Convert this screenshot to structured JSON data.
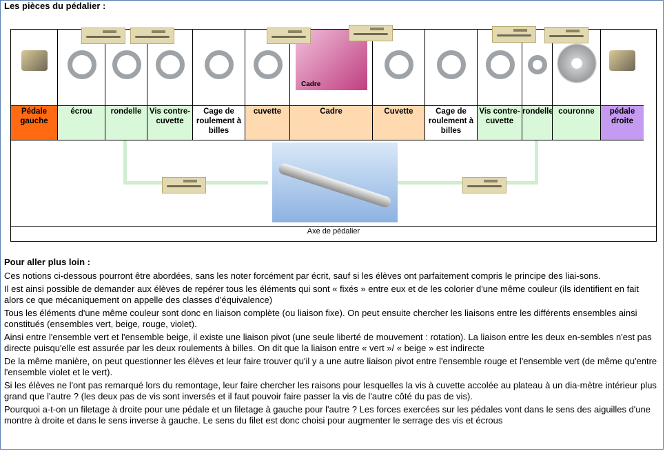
{
  "title": "Les pièces du pédalier :",
  "parts": [
    {
      "label": "Pédale gauche",
      "color": "orange"
    },
    {
      "label": "écrou",
      "color": "green"
    },
    {
      "label": "rondelle",
      "color": "green"
    },
    {
      "label": "Vis contre-cuvette",
      "color": "green"
    },
    {
      "label": "Cage de roulement à billes",
      "color": "white"
    },
    {
      "label": "cuvette",
      "color": "beige"
    },
    {
      "label": "Cadre",
      "color": "beige"
    },
    {
      "label": "Cuvette",
      "color": "beige"
    },
    {
      "label": "Cage de roulement à billes",
      "color": "white"
    },
    {
      "label": "Vis contre-cuvette",
      "color": "green"
    },
    {
      "label": "rondelle",
      "color": "green"
    },
    {
      "label": "couronne",
      "color": "green"
    },
    {
      "label": "pédale droite",
      "color": "violet"
    }
  ],
  "frame_image_label": "Cadre",
  "axle_caption": "Axe de pédalier",
  "more": {
    "heading": "Pour aller plus loin :",
    "paragraphs": [
      "Ces notions ci-dessous pourront être abordées, sans les noter forcément par écrit, sauf si les élèves ont parfaitement compris le principe des liai-sons.",
      "Il est ainsi possible de demander aux élèves de repérer tous les éléments qui sont « fixés » entre eux et de les colorier d'une même couleur (ils identifient en fait alors ce que mécaniquement on appelle des classes d'équivalence)",
      "Tous les éléments d'une même couleur sont donc en liaison complète (ou liaison fixe). On peut ensuite chercher les liaisons entre les différents ensembles ainsi constitués (ensembles vert, beige, rouge, violet).",
      "Ainsi entre l'ensemble vert et l'ensemble beige, il existe une liaison pivot (une seule liberté de mouvement : rotation). La liaison entre les deux en-sembles n'est pas directe puisqu'elle est assurée par les deux roulements à billes. On dit que la liaison entre « vert »/ « beige »  est indirecte",
      "De la même manière, on peut questionner les élèves et leur faire trouver qu'il y a une autre liaison pivot entre l'ensemble rouge et l'ensemble vert (de même qu'entre l'ensemble violet et le vert).",
      "Si les élèves ne l'ont pas remarqué lors du remontage, leur faire chercher les raisons pour lesquelles la vis à cuvette accolée au plateau à un dia-mètre intérieur plus grand que l'autre ? (les deux pas de vis sont inversés et il faut pouvoir faire passer la vis de l'autre côté du pas de vis).",
      "Pourquoi a-t-on un filetage à droite pour une pédale et un filetage à gauche pour l'autre ? Les forces exercées sur les pédales vont dans le sens des aiguilles d'une montre à droite et dans le sens inverse à gauche. Le sens du filet est donc choisi pour augmenter le serrage des vis et écrous"
    ]
  }
}
